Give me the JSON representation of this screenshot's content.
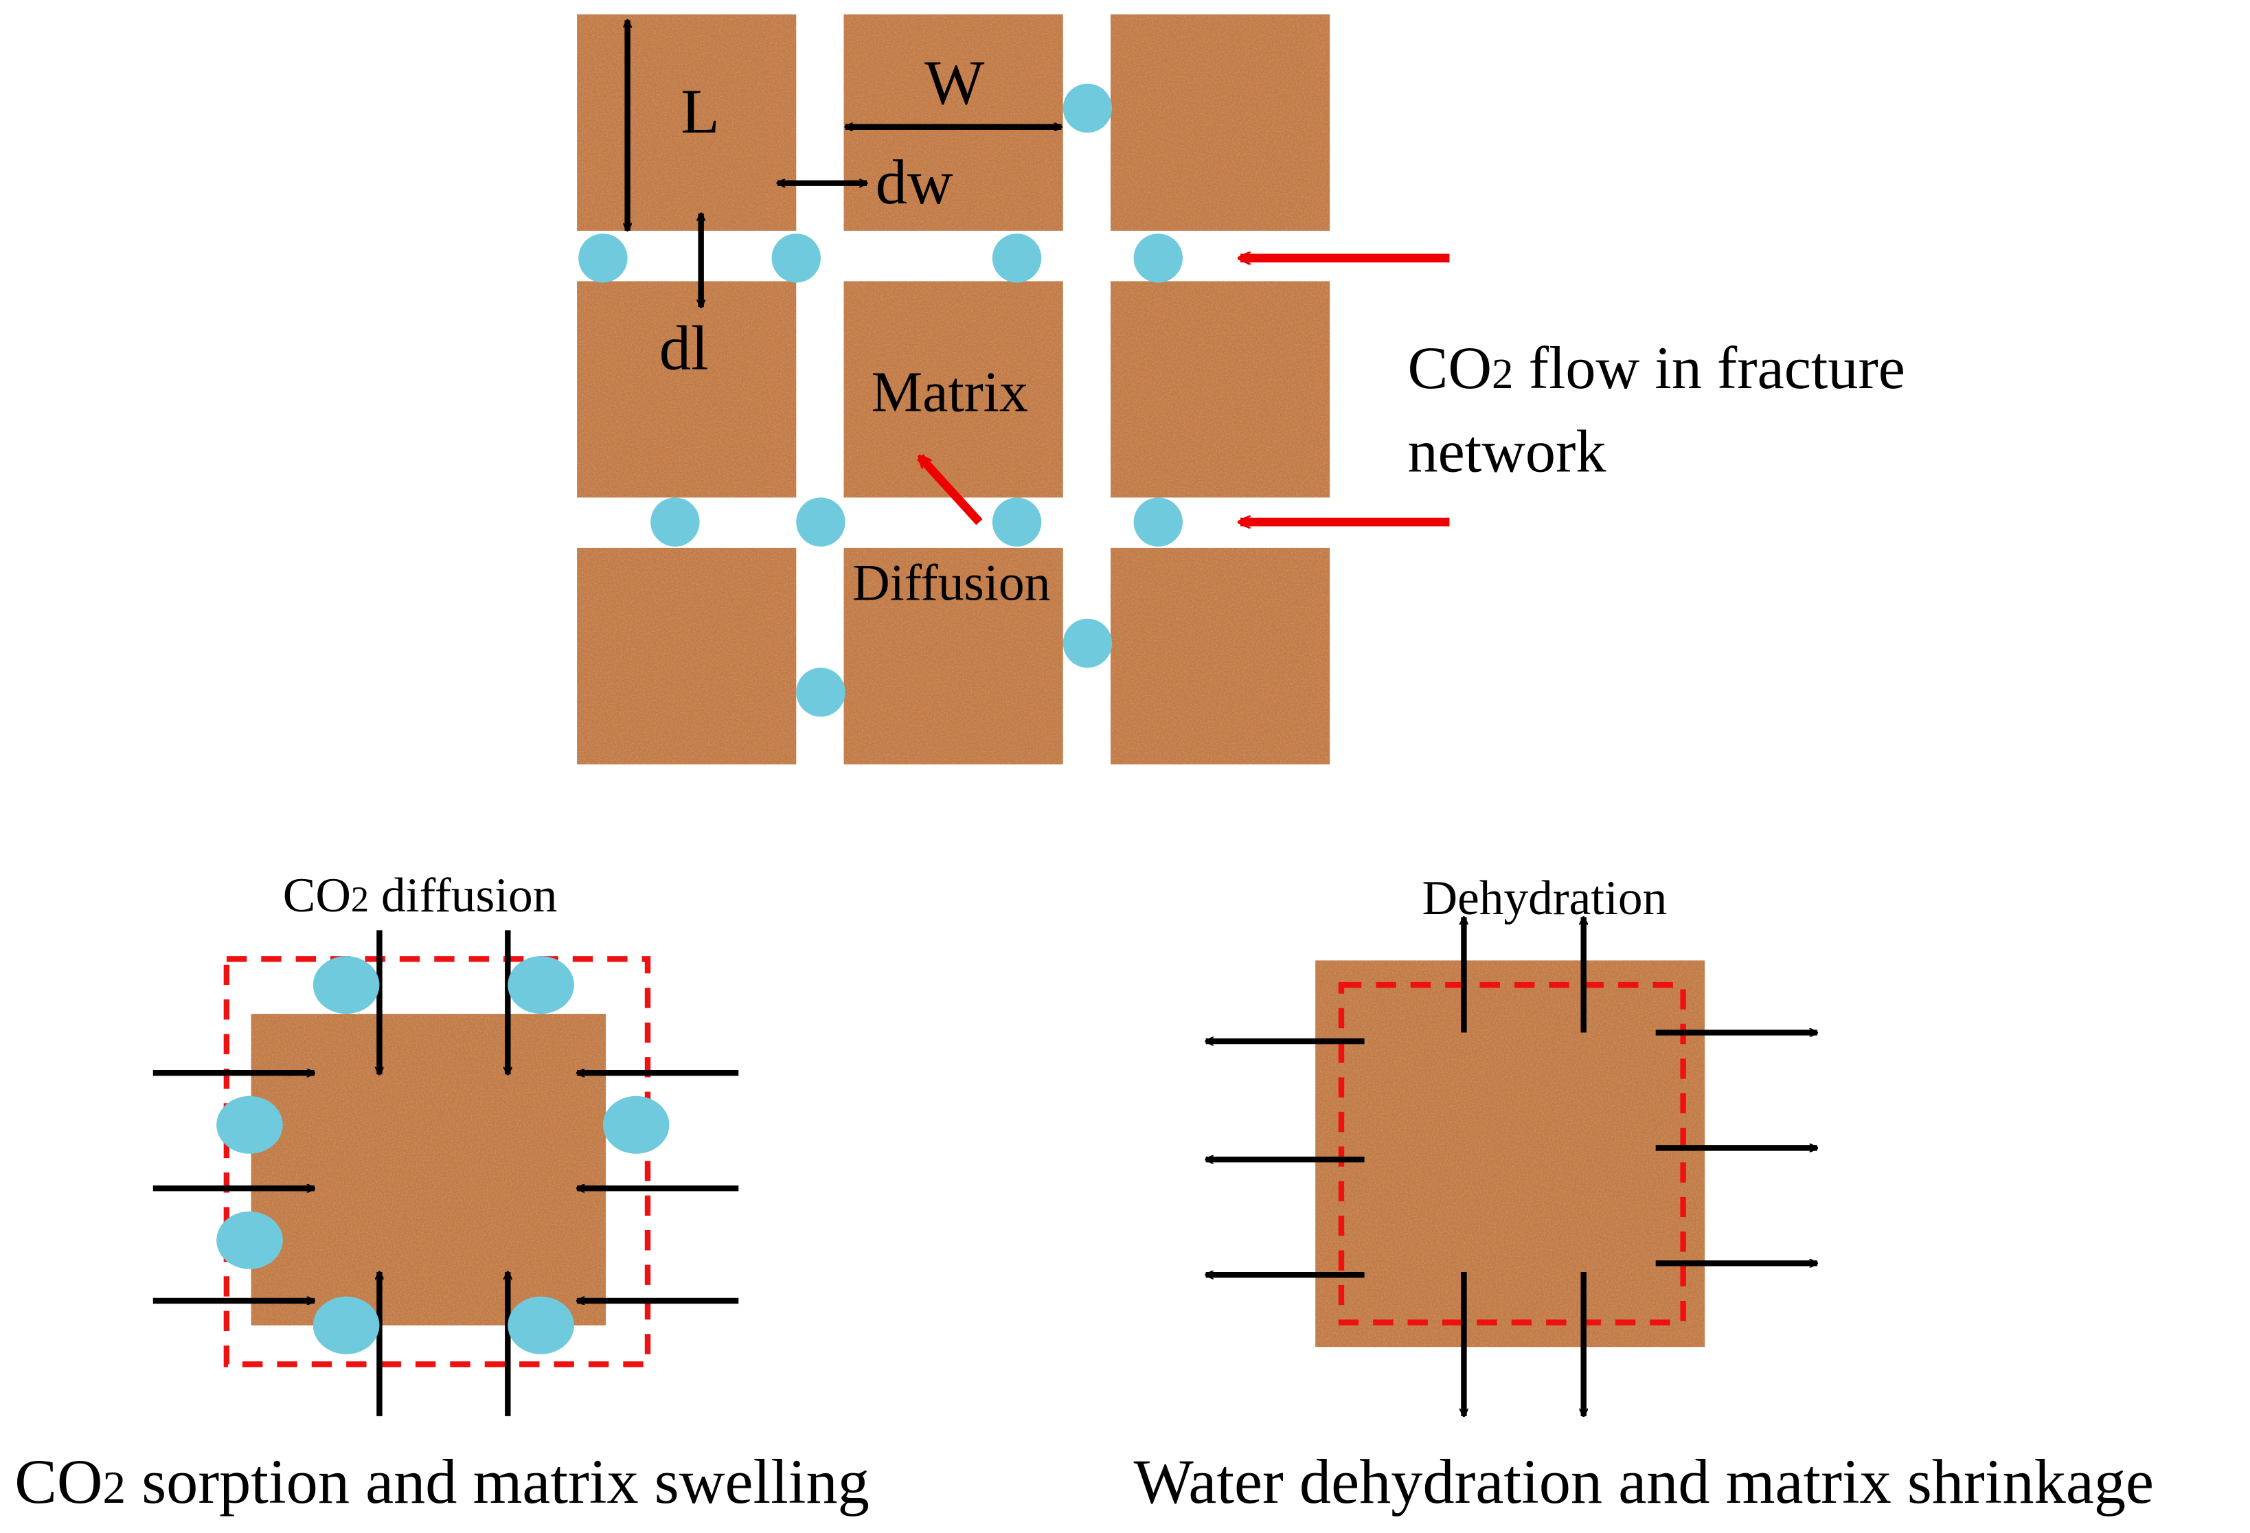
{
  "colors": {
    "matrix_fill": "#c47a45",
    "matrix_grain_dark": "#8a4f2a",
    "matrix_grain_light": "#e0a878",
    "co2_molecule": "#6ecadc",
    "flow_arrow": "#ee0000",
    "dimension_arrow": "#000000",
    "boundary_dash": "#ee1111"
  },
  "top_network": {
    "label_L": "L",
    "label_W": "W",
    "label_dw": "dw",
    "label_dl": "dl",
    "label_matrix": "Matrix",
    "label_diffusion": "Diffusion",
    "flow_label_line1_prefix": "CO",
    "flow_label_line1_sub": "2",
    "flow_label_line1_suffix": " flow in fracture",
    "flow_label_line2": "network"
  },
  "swelling_panel": {
    "top_label_prefix": "CO",
    "top_label_sub": "2",
    "top_label_suffix": " diffusion",
    "caption_prefix": "CO",
    "caption_sub": "2",
    "caption_suffix": " sorption and matrix swelling"
  },
  "shrinkage_panel": {
    "top_label": "Dehydration",
    "caption": "Water dehydration and matrix shrinkage"
  }
}
